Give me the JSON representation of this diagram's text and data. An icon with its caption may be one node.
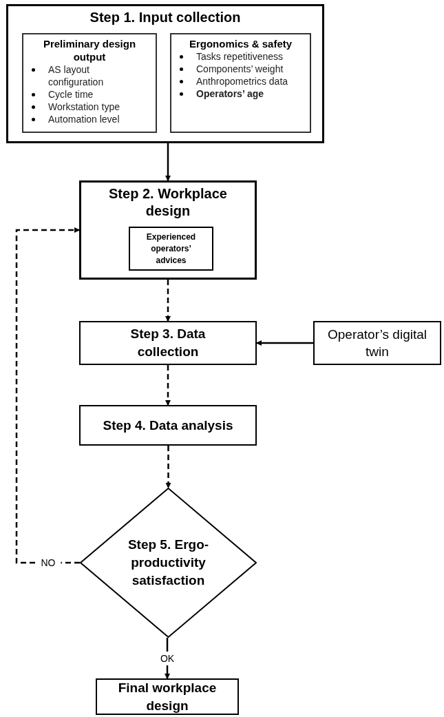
{
  "diagram": {
    "nodes": [
      {
        "text": [
          "Step 1. Input collection"
        ]
      },
      {
        "text": [
          "Preliminary design output",
          "AS layout configuration",
          "Cycle time",
          "Workstation type",
          "Automation level"
        ],
        "in": 0
      },
      {
        "text": [
          "Ergonomics & safety",
          "Tasks repetitiveness",
          "Components’ weight",
          "Anthropometrics data",
          "**Operators’ age**"
        ],
        "in": 0
      },
      {
        "text": [
          "Step 2. Workplace design"
        ]
      },
      {
        "text": [
          "Experienced operators’ advices"
        ],
        "in": 3
      },
      {
        "text": [
          "Step 3. Data collection"
        ]
      },
      {
        "text": [
          "Operator’s digital twin"
        ]
      },
      {
        "text": [
          "Step 4. Data analysis"
        ]
      },
      {
        "text": [
          "Step 5. Ergo-productivity satisfaction"
        ]
      },
      {
        "text": [
          "Final workplace design"
        ]
      }
    ],
    "edges": [
      {
        "from": 0,
        "to": 3,
        "arrow": "to"
      },
      {
        "from": 3,
        "to": 5,
        "arrow": "to",
        "style": "dashed"
      },
      {
        "from": 6,
        "to": 5,
        "arrow": "to"
      },
      {
        "from": 5,
        "to": 7,
        "arrow": "to",
        "style": "dashed"
      },
      {
        "from": 7,
        "to": 8,
        "arrow": "to",
        "style": "dashed"
      },
      {
        "from": 8,
        "to": 3,
        "arrow": "to",
        "style": "dashed",
        "label": "NO"
      },
      {
        "from": 8,
        "to": 9,
        "arrow": "to",
        "label": "OK"
      }
    ]
  }
}
